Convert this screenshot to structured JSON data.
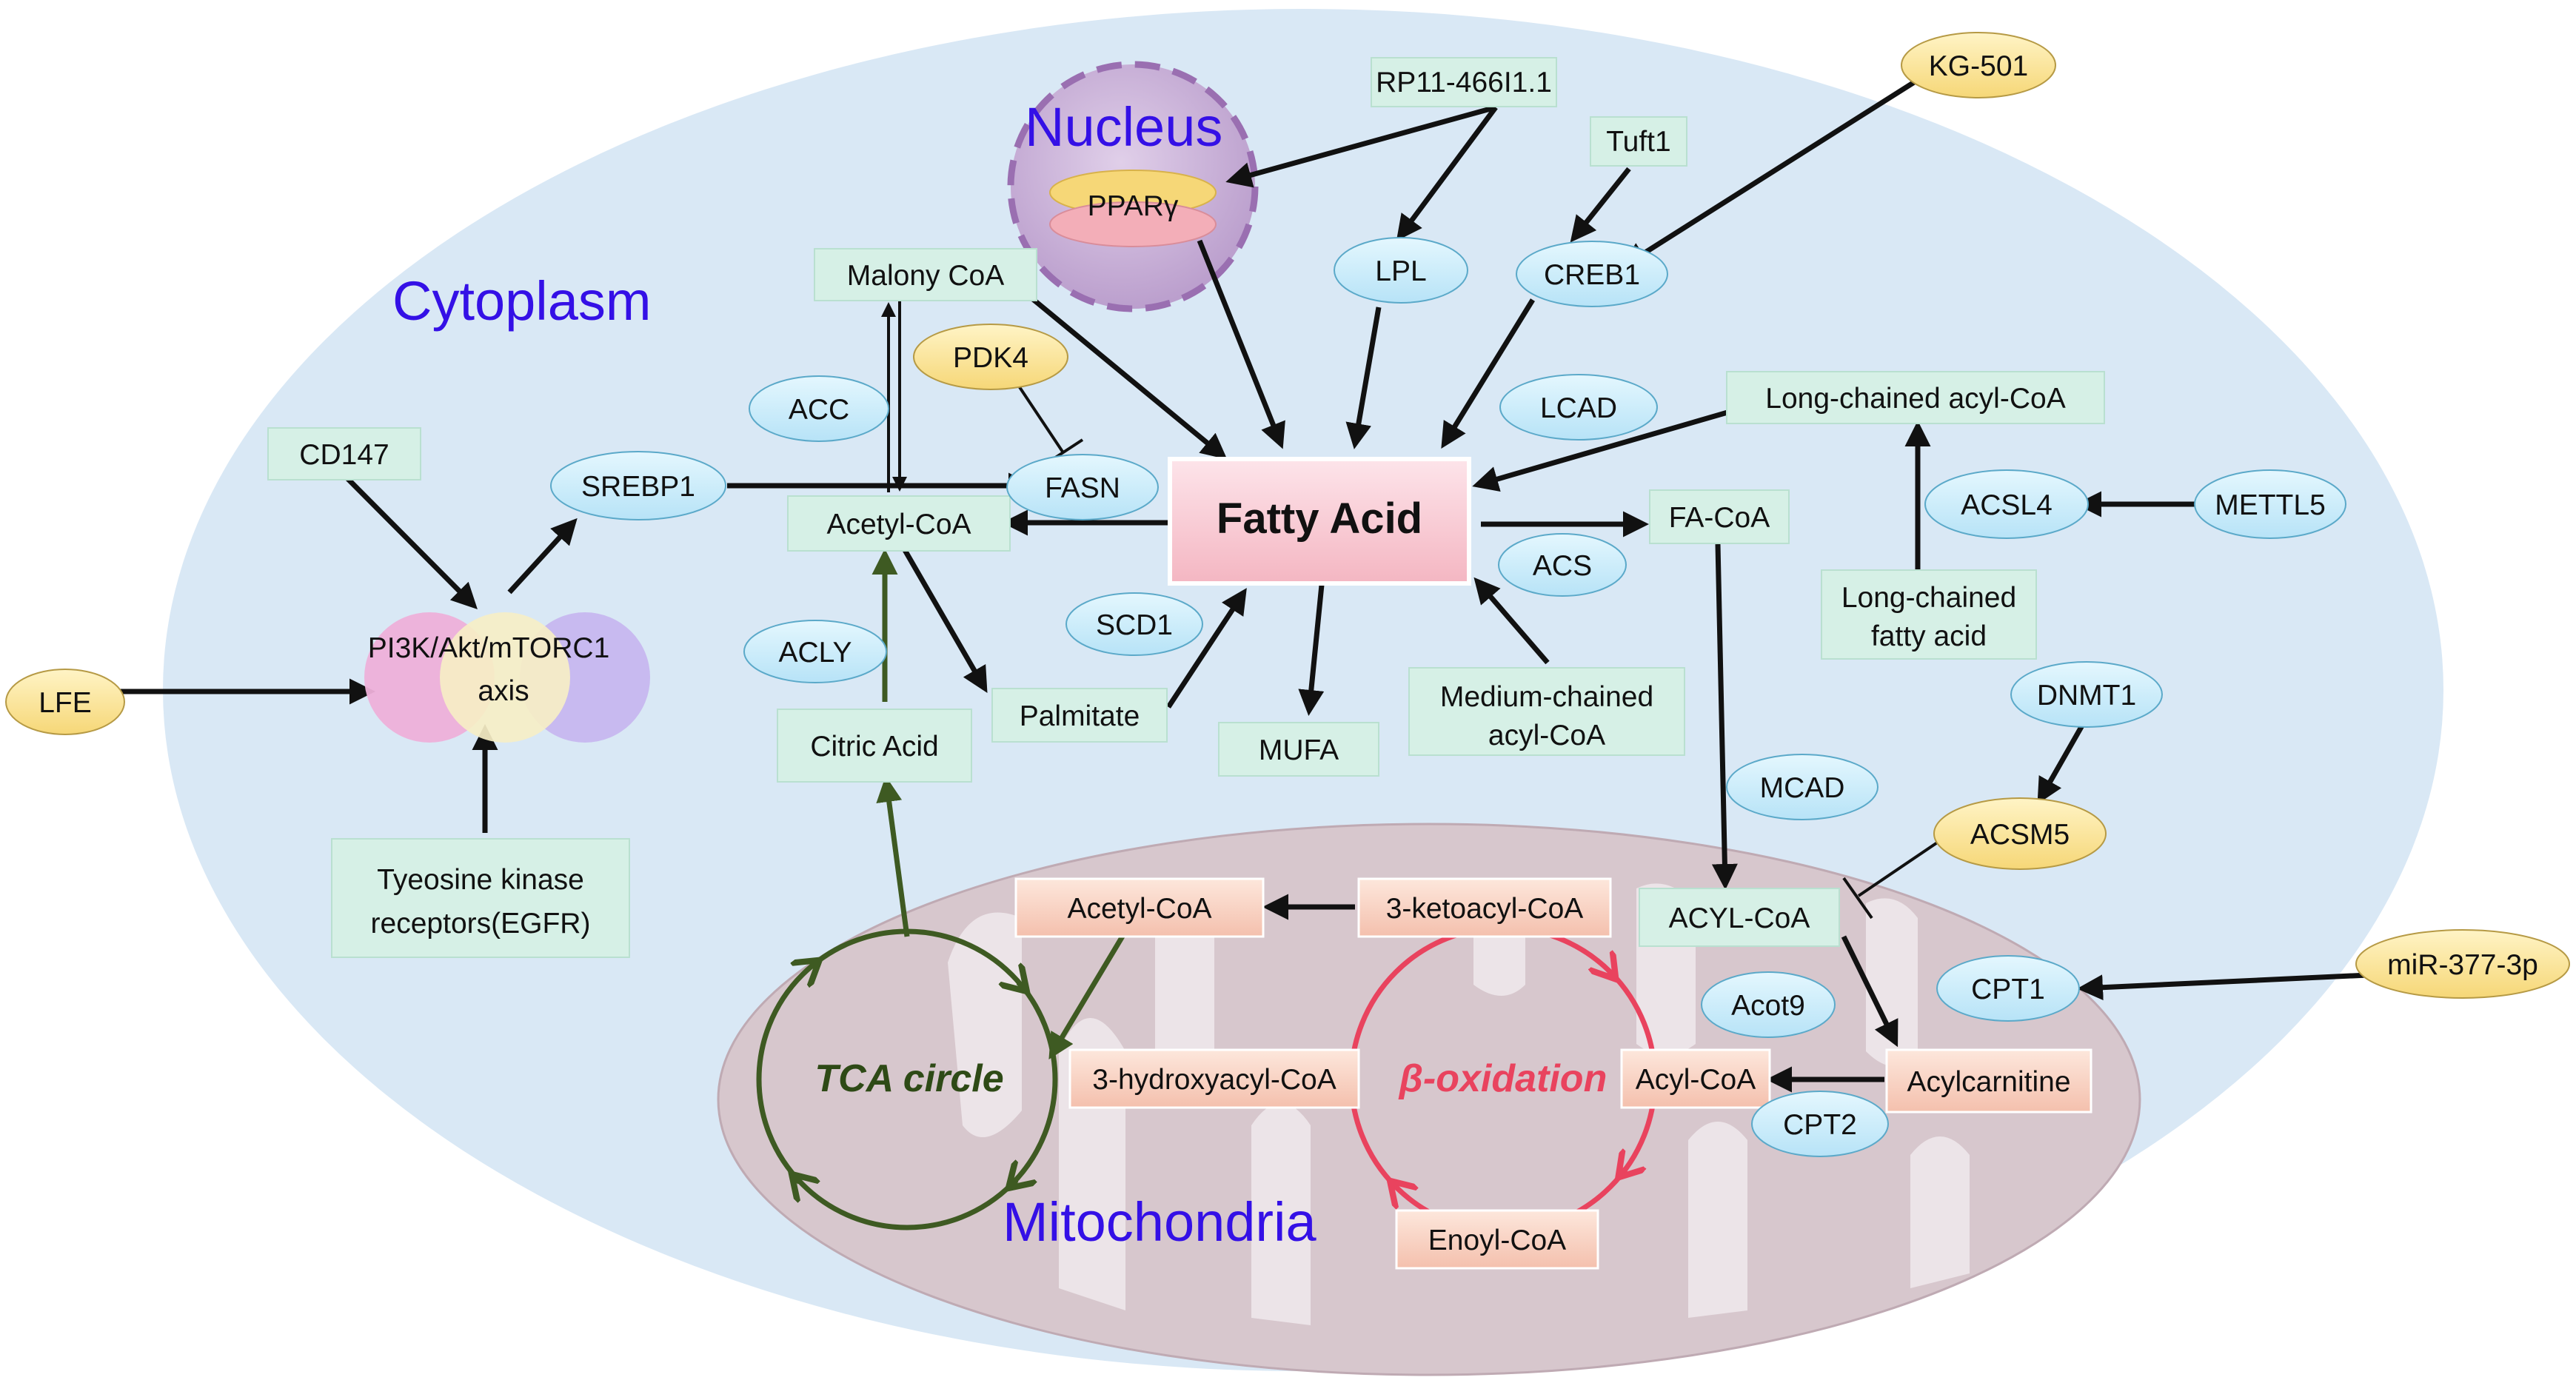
{
  "regions": {
    "cytoplasm": "Cytoplasm",
    "nucleus": "Nucleus",
    "mitochondria": "Mitochondria"
  },
  "center": {
    "fatty_acid": "Fatty Acid"
  },
  "cycles": {
    "tca": "TCA circle",
    "beta_oxidation": "β-oxidation"
  },
  "boxes": {
    "rp11": "RP11-466I1.1",
    "tuft1": "Tuft1",
    "malonyl_coa": "Malony CoA",
    "cd147": "CD147",
    "acetyl_coa": "Acetyl-CoA",
    "fa_coa": "FA-CoA",
    "long_acyl_coa": "Long-chained acyl-CoA",
    "long_fa_line1": "Long-chained",
    "long_fa_line2": "fatty acid",
    "palmitate": "Palmitate",
    "citric_acid": "Citric Acid",
    "mufa": "MUFA",
    "medium_line1": "Medium-chained",
    "medium_line2": "acyl-CoA",
    "tyrosine_line1": "Tyeosine kinase",
    "tyrosine_line2": "receptors(EGFR)",
    "acyl_coa_upper": "ACYL-CoA"
  },
  "mito_boxes": {
    "acetyl_coa": "Acetyl-CoA",
    "ketoacyl": "3-ketoacyl-CoA",
    "hydroxyacyl": "3-hydroxyacyl-CoA",
    "acyl_coa": "Acyl-CoA",
    "acylcarnitine": "Acylcarnitine",
    "enoyl": "Enoyl-CoA"
  },
  "enzymes": {
    "lpl": "LPL",
    "creb1": "CREB1",
    "acc": "ACC",
    "fasn": "FASN",
    "srebp1": "SREBP1",
    "lcad": "LCAD",
    "acsl4": "ACSL4",
    "mettl5": "METTL5",
    "acs": "ACS",
    "scd1": "SCD1",
    "acly": "ACLY",
    "dnmt1": "DNMT1",
    "mcad": "MCAD",
    "acot9": "Acot9",
    "cpt1": "CPT1",
    "cpt2": "CPT2"
  },
  "regulators": {
    "kg501": "KG-501",
    "pdk4": "PDK4",
    "lfe": "LFE",
    "acsm5": "ACSM5",
    "mir377": "miR-377-3p",
    "ppar": "PPARγ"
  },
  "axis": {
    "line1": "PI3K/Akt/mTORC1",
    "line2": "axis"
  },
  "colors": {
    "cytoplasm_fill": "#d9e8f5",
    "mito_fill": "#d7c7cd",
    "nucleus_fill": "#c9b2d6",
    "nucleus_border": "#9a6fb1",
    "region_label": "#3410e6",
    "green_box": "#d6f0e6",
    "blue_ellipse": "#c9ecfb",
    "yellow_ellipse": "#fbe6a0",
    "fatty_acid_fill": "#f6c2cc",
    "mito_box": "#f8d3c4",
    "tca_green": "#3e5a22",
    "beta_red": "#e9435e"
  }
}
